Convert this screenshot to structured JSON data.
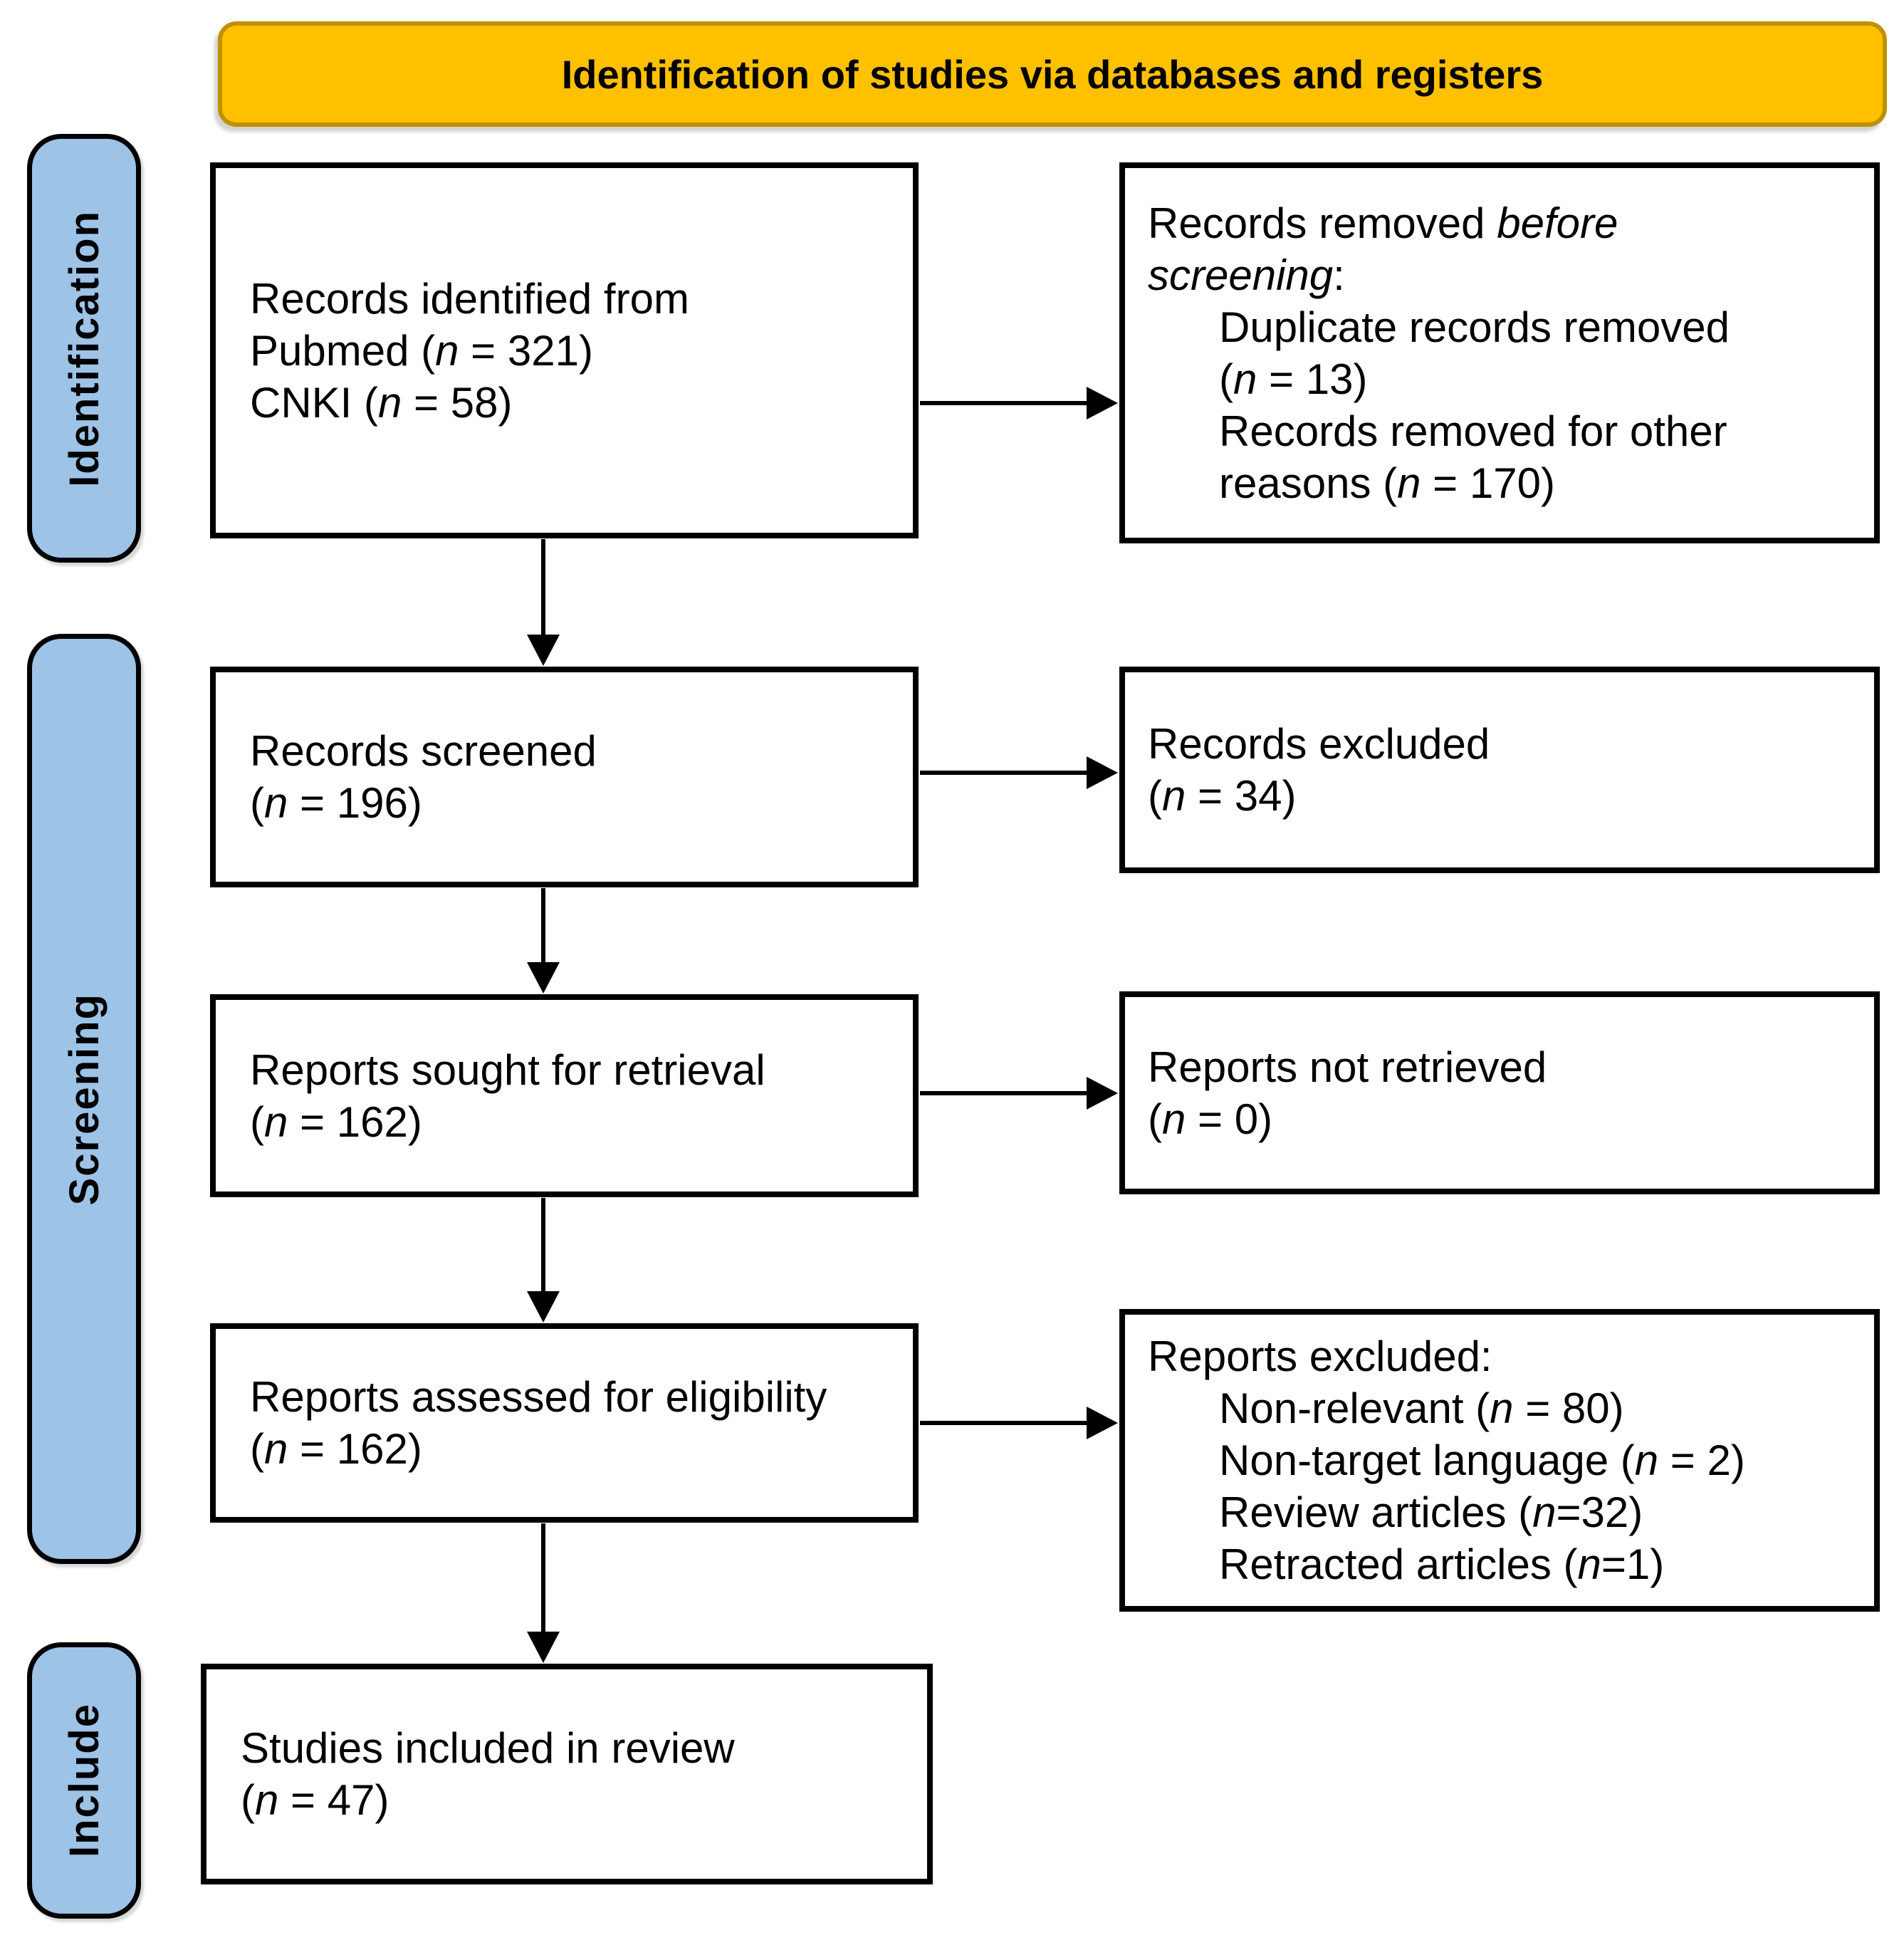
{
  "header": {
    "title": "Identification of studies via databases and registers"
  },
  "side_labels": {
    "identification": "Identification",
    "screening": "Screening",
    "include": "Include"
  },
  "boxes": {
    "records_identified": {
      "lines": [
        {
          "ind": 0,
          "seg": [
            {
              "t": "Records identified from"
            }
          ]
        },
        {
          "ind": 0,
          "seg": [
            {
              "t": "Pubmed ("
            },
            {
              "t": "n",
              "i": 1
            },
            {
              "t": " = 321)"
            }
          ]
        },
        {
          "ind": 0,
          "seg": [
            {
              "t": "CNKI ("
            },
            {
              "t": "n",
              "i": 1
            },
            {
              "t": " = 58)"
            }
          ]
        }
      ]
    },
    "records_removed": {
      "lines": [
        {
          "ind": 0,
          "seg": [
            {
              "t": "Records removed "
            },
            {
              "t": "before",
              "i": 1
            }
          ]
        },
        {
          "ind": 0,
          "seg": [
            {
              "t": "screening",
              "i": 1
            },
            {
              "t": ":"
            }
          ]
        },
        {
          "ind": 1,
          "seg": [
            {
              "t": "Duplicate records removed"
            }
          ]
        },
        {
          "ind": 1,
          "seg": [
            {
              "t": "("
            },
            {
              "t": "n",
              "i": 1
            },
            {
              "t": " = 13)"
            }
          ]
        },
        {
          "ind": 1,
          "seg": [
            {
              "t": "Records removed for other"
            }
          ]
        },
        {
          "ind": 1,
          "seg": [
            {
              "t": "reasons ("
            },
            {
              "t": "n",
              "i": 1
            },
            {
              "t": " = 170)"
            }
          ]
        }
      ]
    },
    "records_screened": {
      "lines": [
        {
          "ind": 0,
          "seg": [
            {
              "t": "Records screened"
            }
          ]
        },
        {
          "ind": 0,
          "seg": [
            {
              "t": "("
            },
            {
              "t": "n",
              "i": 1
            },
            {
              "t": " = 196)"
            }
          ]
        }
      ]
    },
    "records_excluded": {
      "lines": [
        {
          "ind": 0,
          "seg": [
            {
              "t": "Records excluded"
            }
          ]
        },
        {
          "ind": 0,
          "seg": [
            {
              "t": "("
            },
            {
              "t": "n",
              "i": 1
            },
            {
              "t": " = 34)"
            }
          ]
        }
      ]
    },
    "reports_sought": {
      "lines": [
        {
          "ind": 0,
          "seg": [
            {
              "t": "Reports sought for retrieval"
            }
          ]
        },
        {
          "ind": 0,
          "seg": [
            {
              "t": "("
            },
            {
              "t": "n",
              "i": 1
            },
            {
              "t": " = 162)"
            }
          ]
        }
      ]
    },
    "reports_not_retrieved": {
      "lines": [
        {
          "ind": 0,
          "seg": [
            {
              "t": "Reports not retrieved"
            }
          ]
        },
        {
          "ind": 0,
          "seg": [
            {
              "t": "("
            },
            {
              "t": "n",
              "i": 1
            },
            {
              "t": " = 0)"
            }
          ]
        }
      ]
    },
    "reports_assessed": {
      "lines": [
        {
          "ind": 0,
          "seg": [
            {
              "t": "Reports assessed for eligibility"
            }
          ]
        },
        {
          "ind": 0,
          "seg": [
            {
              "t": "("
            },
            {
              "t": "n",
              "i": 1
            },
            {
              "t": " = 162)"
            }
          ]
        }
      ]
    },
    "reports_excluded": {
      "lines": [
        {
          "ind": 0,
          "seg": [
            {
              "t": "Reports excluded:"
            }
          ]
        },
        {
          "ind": 1,
          "seg": [
            {
              "t": "Non-relevant ("
            },
            {
              "t": "n",
              "i": 1
            },
            {
              "t": " = 80)"
            }
          ]
        },
        {
          "ind": 1,
          "seg": [
            {
              "t": "Non-target language ("
            },
            {
              "t": "n",
              "i": 1
            },
            {
              "t": " = 2)"
            }
          ]
        },
        {
          "ind": 1,
          "seg": [
            {
              "t": "Review articles ("
            },
            {
              "t": "n",
              "i": 1
            },
            {
              "t": "=32)"
            }
          ]
        },
        {
          "ind": 1,
          "seg": [
            {
              "t": "Retracted articles ("
            },
            {
              "t": "n",
              "i": 1
            },
            {
              "t": "=1)"
            }
          ]
        }
      ]
    },
    "studies_included": {
      "lines": [
        {
          "ind": 0,
          "seg": [
            {
              "t": "Studies included in review"
            }
          ]
        },
        {
          "ind": 0,
          "seg": [
            {
              "t": "("
            },
            {
              "t": "n",
              "i": 1
            },
            {
              "t": " = 47)"
            }
          ]
        }
      ]
    }
  },
  "colors": {
    "banner_bg": "#FFC000",
    "banner_border": "#BF9000",
    "side_bg": "#9DC3E6",
    "box_border": "#000000"
  }
}
